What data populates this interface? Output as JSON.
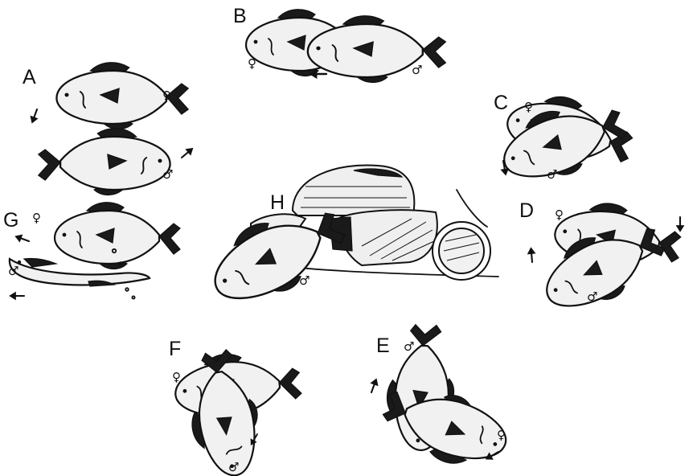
{
  "panels": [
    {
      "id": "A",
      "label": "A",
      "sexes": [
        "♀",
        "♂"
      ]
    },
    {
      "id": "B",
      "label": "B",
      "sexes": [
        "♀",
        "♂"
      ]
    },
    {
      "id": "C",
      "label": "C",
      "sexes": [
        "♀",
        "♂"
      ]
    },
    {
      "id": "D",
      "label": "D",
      "sexes": [
        "♀",
        "♂"
      ]
    },
    {
      "id": "E",
      "label": "E",
      "sexes": [
        "♂",
        "♀"
      ]
    },
    {
      "id": "F",
      "label": "F",
      "sexes": [
        "♀",
        "♂"
      ]
    },
    {
      "id": "G",
      "label": "G",
      "sexes": [
        "♀",
        "♂"
      ]
    },
    {
      "id": "H",
      "label": "H",
      "sexes": [
        "♂"
      ]
    }
  ],
  "colors": {
    "ink": "#111111",
    "body": "#f1f1f1",
    "fin": "#1a1a1a"
  }
}
